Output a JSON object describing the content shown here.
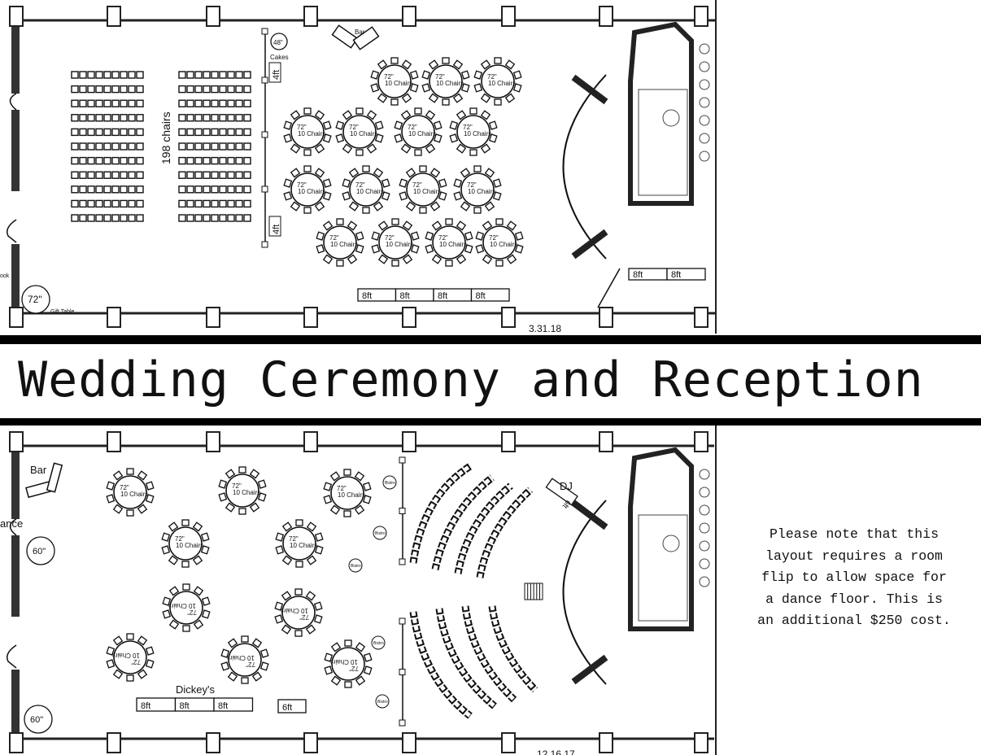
{
  "title": "Wedding Ceremony and Reception",
  "note": "Please note that this layout requires a room flip to allow space for a dance floor. This is an additional $250 cost.",
  "ceremony_plan": {
    "date": "3.31.18",
    "chairs_label": "198 chairs",
    "cake_table_size": "48\"",
    "cake_label": "Cakes",
    "small_table_label": "4ft",
    "bar_label": "Bar",
    "round_table_size": "72\"",
    "round_table_seats": "10 Chairs",
    "gift_table_size": "72\"",
    "gift_table_label": "Gift Table",
    "guestbook_label_fragment": "ook",
    "long_tables": [
      "8ft",
      "8ft",
      "8ft",
      "8ft"
    ],
    "side_tables": [
      "8ft",
      "8ft"
    ]
  },
  "reception_plan": {
    "date": "12.16.17",
    "bar_label": "Bar",
    "dance_label_fragment": "ance",
    "cocktail_table_size": "60\"",
    "round_table_size": "72\"",
    "round_table_seats": "10 Chairs",
    "bistro_label": "Bistro",
    "dj_label": "DJ",
    "dj_table_label": "6ft",
    "buffet_label": "Dickey's",
    "buffet_tables": [
      "8ft",
      "8ft",
      "8ft"
    ],
    "extra_table": "6ft"
  }
}
